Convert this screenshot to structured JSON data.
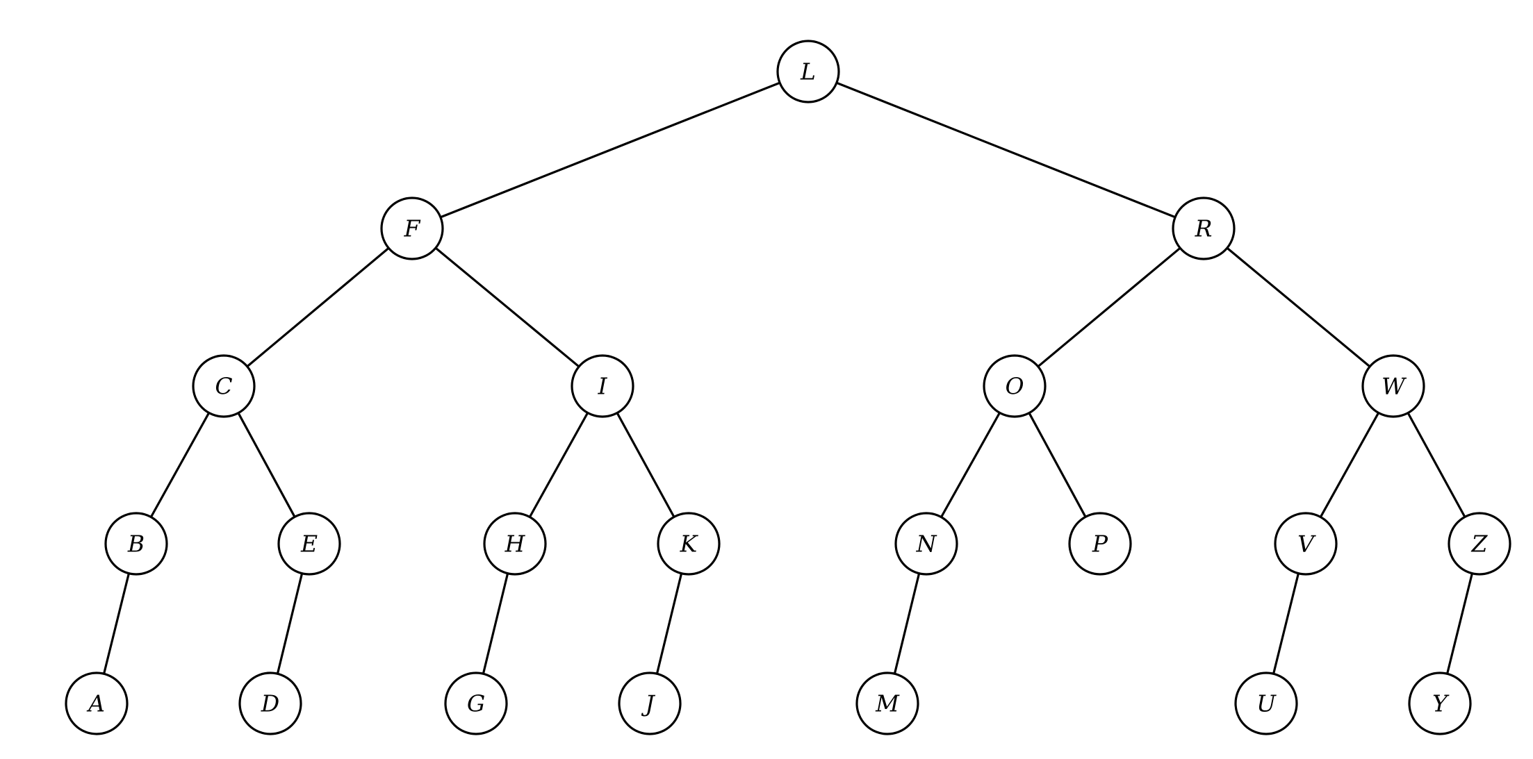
{
  "tree": {
    "nodes": [
      {
        "id": "L",
        "label": "L"
      },
      {
        "id": "F",
        "label": "F"
      },
      {
        "id": "R",
        "label": "R"
      },
      {
        "id": "C",
        "label": "C"
      },
      {
        "id": "I",
        "label": "I"
      },
      {
        "id": "O",
        "label": "O"
      },
      {
        "id": "W",
        "label": "W"
      },
      {
        "id": "B",
        "label": "B"
      },
      {
        "id": "E",
        "label": "E"
      },
      {
        "id": "H",
        "label": "H"
      },
      {
        "id": "K",
        "label": "K"
      },
      {
        "id": "N",
        "label": "N"
      },
      {
        "id": "P",
        "label": "P"
      },
      {
        "id": "V",
        "label": "V"
      },
      {
        "id": "Z",
        "label": "Z"
      },
      {
        "id": "A",
        "label": "A"
      },
      {
        "id": "D",
        "label": "D"
      },
      {
        "id": "G",
        "label": "G"
      },
      {
        "id": "J",
        "label": "J"
      },
      {
        "id": "M",
        "label": "M"
      },
      {
        "id": "U",
        "label": "U"
      },
      {
        "id": "Y",
        "label": "Y"
      }
    ],
    "edges": [
      {
        "from": "L",
        "to": "F"
      },
      {
        "from": "L",
        "to": "R"
      },
      {
        "from": "F",
        "to": "C"
      },
      {
        "from": "F",
        "to": "I"
      },
      {
        "from": "R",
        "to": "O"
      },
      {
        "from": "R",
        "to": "W"
      },
      {
        "from": "C",
        "to": "B"
      },
      {
        "from": "C",
        "to": "E"
      },
      {
        "from": "I",
        "to": "H"
      },
      {
        "from": "I",
        "to": "K"
      },
      {
        "from": "O",
        "to": "N"
      },
      {
        "from": "O",
        "to": "P"
      },
      {
        "from": "W",
        "to": "V"
      },
      {
        "from": "W",
        "to": "Z"
      },
      {
        "from": "B",
        "to": "A"
      },
      {
        "from": "E",
        "to": "D"
      },
      {
        "from": "H",
        "to": "G"
      },
      {
        "from": "K",
        "to": "J"
      },
      {
        "from": "N",
        "to": "M"
      },
      {
        "from": "V",
        "to": "U"
      },
      {
        "from": "Z",
        "to": "Y"
      }
    ]
  }
}
